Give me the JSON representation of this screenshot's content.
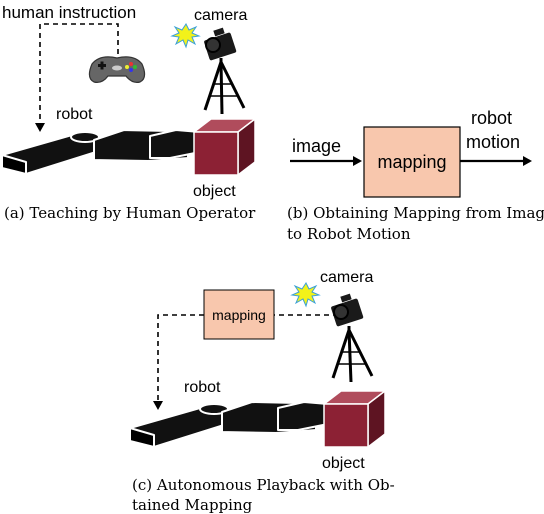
{
  "panel_a": {
    "human_instruction": "human instruction",
    "camera": "camera",
    "robot": "robot",
    "object": "object",
    "caption": "(a) Teaching by Human Operator"
  },
  "panel_b": {
    "image": "image",
    "mapping": "mapping",
    "robot_motion_line1": "robot",
    "robot_motion_line2": "motion",
    "caption_line1": "(b) Obtaining Mapping from Image",
    "caption_line2": "to Robot Motion"
  },
  "panel_c": {
    "camera": "camera",
    "mapping": "mapping",
    "robot": "robot",
    "object": "object",
    "caption_line1": "(c) Autonomous Playback with Ob-",
    "caption_line2": "tained Mapping"
  },
  "colors": {
    "mapping_box": "#f8c7ad",
    "object_front": "#8c2134",
    "object_top": "#b04c5c",
    "object_side": "#5e1422",
    "robot": "#111111",
    "flash": "#f2f21a"
  }
}
